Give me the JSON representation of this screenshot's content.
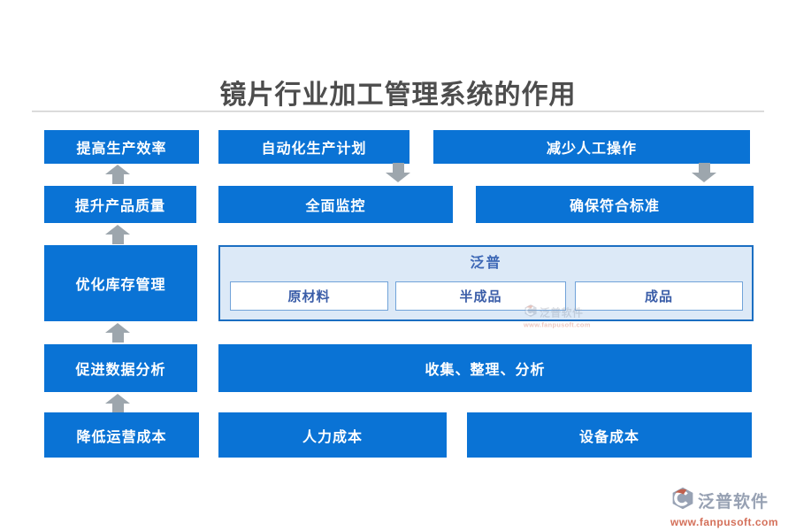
{
  "title": "镜片行业加工管理系统的作用",
  "left_column": {
    "items": [
      "提高生产效率",
      "提升产品质量",
      "优化库存管理",
      "促进数据分析",
      "降低运营成本"
    ]
  },
  "production_flow": {
    "top": "自动化生产计划",
    "bottom": "全面监控"
  },
  "operation_flow": {
    "top": "减少人工操作",
    "bottom": "确保符合标准"
  },
  "inventory_panel": {
    "header": "泛普",
    "items": [
      "原材料",
      "半成品",
      "成品"
    ]
  },
  "data_box": "收集、整理、分析",
  "cost_boxes": {
    "labor": "人力成本",
    "equipment": "设备成本"
  },
  "watermark": {
    "brand": "泛普软件",
    "url": "www.fanpusoft.com"
  },
  "colors": {
    "box_blue": "#0a73d5",
    "panel_fill": "#dce9f7",
    "panel_border": "#1b6ec2",
    "panel_item_border": "#71a3d9",
    "panel_item_text": "#3a5da8",
    "arrow_gray": "#9da6ad",
    "title_gray": "#4d4d4d",
    "watermark_gray": "#97a1b3",
    "watermark_orange": "#d4705a"
  }
}
